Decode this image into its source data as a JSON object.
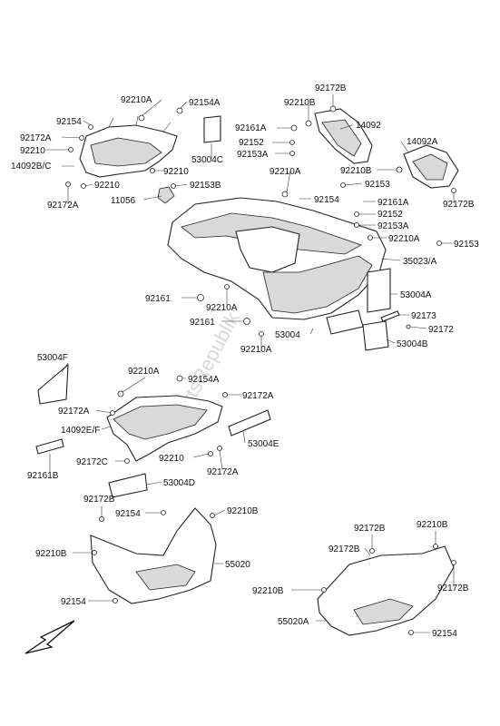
{
  "watermark": "PartsRepublik",
  "callouts": {
    "c92210A_1": "92210A",
    "c92154A_1": "92154A",
    "c92154_1": "92154",
    "c92172A_1": "92172A",
    "c92210_1": "92210",
    "c14092BC": "14092B/C",
    "c92172A_2": "92172A",
    "c92210_2": "92210",
    "c11056": "11056",
    "c92153B": "92153B",
    "c53004C": "53004C",
    "c92210_3": "92210",
    "c92172B_1": "92172B",
    "c92210B_1": "92210B",
    "c92161A_1": "92161A",
    "c14092": "14092",
    "c92152_1": "92152",
    "c92153A_1": "92153A",
    "c14092A": "14092A",
    "c92210A_2": "92210A",
    "c92210B_2": "92210B",
    "c92154_2": "92154",
    "c92153_1": "92153",
    "c92161A_2": "92161A",
    "c92172B_2": "92172B",
    "c92152_2": "92152",
    "c92153A_2": "92153A",
    "c92210A_3": "92210A",
    "c92153_2": "92153",
    "c35023A": "35023/A",
    "c92161_1": "92161",
    "c53004A": "53004A",
    "c92210A_4": "92210A",
    "c92173": "92173",
    "c92161_2": "92161",
    "c53004": "53004",
    "c92172": "92172",
    "c53004B": "53004B",
    "c92210A_5": "92210A",
    "c53004F": "53004F",
    "c92210A_6": "92210A",
    "c92154A_2": "92154A",
    "c92172A_3": "92172A",
    "c92172A_4": "92172A",
    "c14092EF": "14092E/F",
    "c53004E": "53004E",
    "c92172C": "92172C",
    "c92210_4": "92210",
    "c92172A_5": "92172A",
    "c92161B": "92161B",
    "c53004D": "53004D",
    "c92172B_3": "92172B",
    "c92154_3": "92154",
    "c92210B_3": "92210B",
    "c92210B_4": "92210B",
    "c55020": "55020",
    "c92154_4": "92154",
    "c92172B_4": "92172B",
    "c92210B_5": "92210B",
    "c92172B_5": "92172B",
    "c92172B_6": "92172B",
    "c92210B_6": "92210B",
    "c55020A": "55020A",
    "c92154_5": "92154"
  },
  "icons": {
    "front_arrow": "direction-arrow-icon"
  }
}
